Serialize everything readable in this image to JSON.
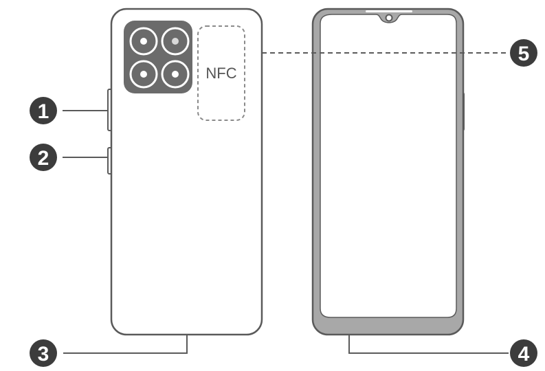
{
  "nfc": {
    "label": "NFC"
  },
  "callouts": [
    {
      "number": "1",
      "target": "volume-button"
    },
    {
      "number": "2",
      "target": "power-button"
    },
    {
      "number": "3",
      "target": "bottom-port-back"
    },
    {
      "number": "4",
      "target": "bottom-port-front"
    },
    {
      "number": "5",
      "target": "nfc-area"
    }
  ],
  "colors": {
    "outline": "#5a5a5a",
    "camera_module": "#6b6b6b",
    "bezel": "#a8a8a8",
    "callout": "#3c3c3c"
  }
}
